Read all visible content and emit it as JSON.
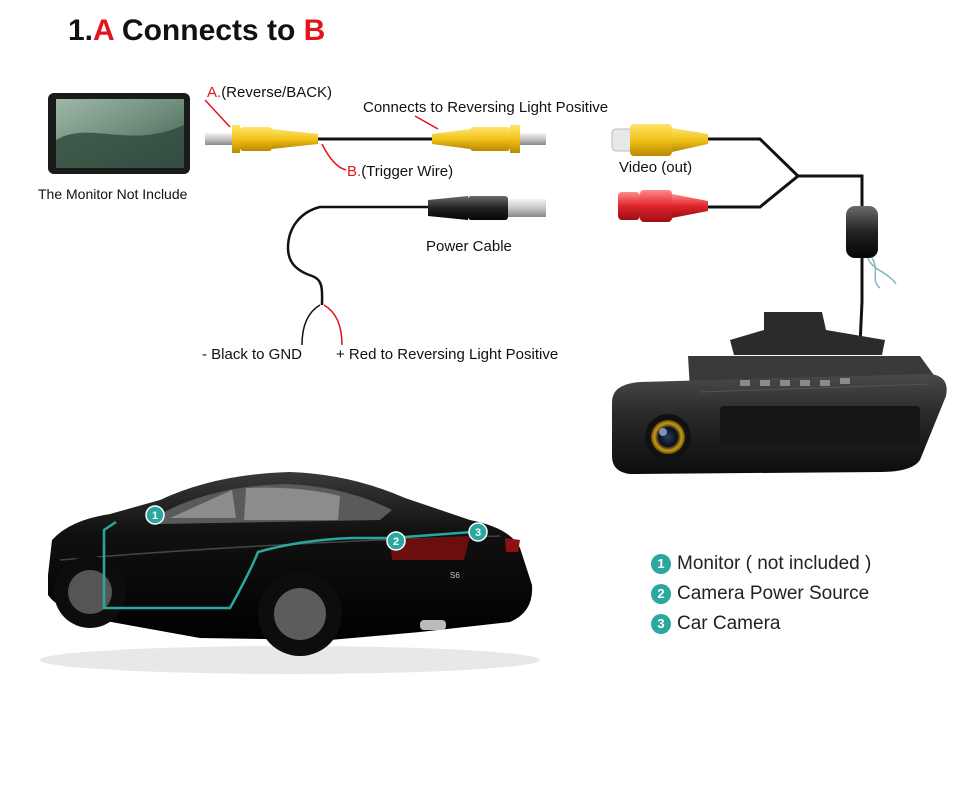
{
  "title": {
    "prefix": "1.",
    "a": "A",
    "middle": " Connects to ",
    "b": "B"
  },
  "labels": {
    "monitor_caption": "The Monitor Not Include",
    "a_prefix": "A.",
    "a_text": "(Reverse/BACK)",
    "b_prefix": "B.",
    "b_text": "(Trigger Wire)",
    "connects_note": "Connects to Reversing Light Positive",
    "power_cable": "Power Cable",
    "video_out": "Video (out)",
    "black_gnd": "- Black to GND",
    "red_positive": "+ Red to Reversing Light Positive",
    "car_badge": "S6"
  },
  "markers": [
    "1",
    "2",
    "3"
  ],
  "legend": [
    {
      "num": "1",
      "text": "Monitor ( not included )"
    },
    {
      "num": "2",
      "text": "Camera Power Source"
    },
    {
      "num": "3",
      "text": "Car Camera"
    }
  ],
  "colors": {
    "accent_red": "#e3141b",
    "teal": "#2aa8a0",
    "rca_yellow": "#f2c21a",
    "rca_red": "#e0242c"
  }
}
